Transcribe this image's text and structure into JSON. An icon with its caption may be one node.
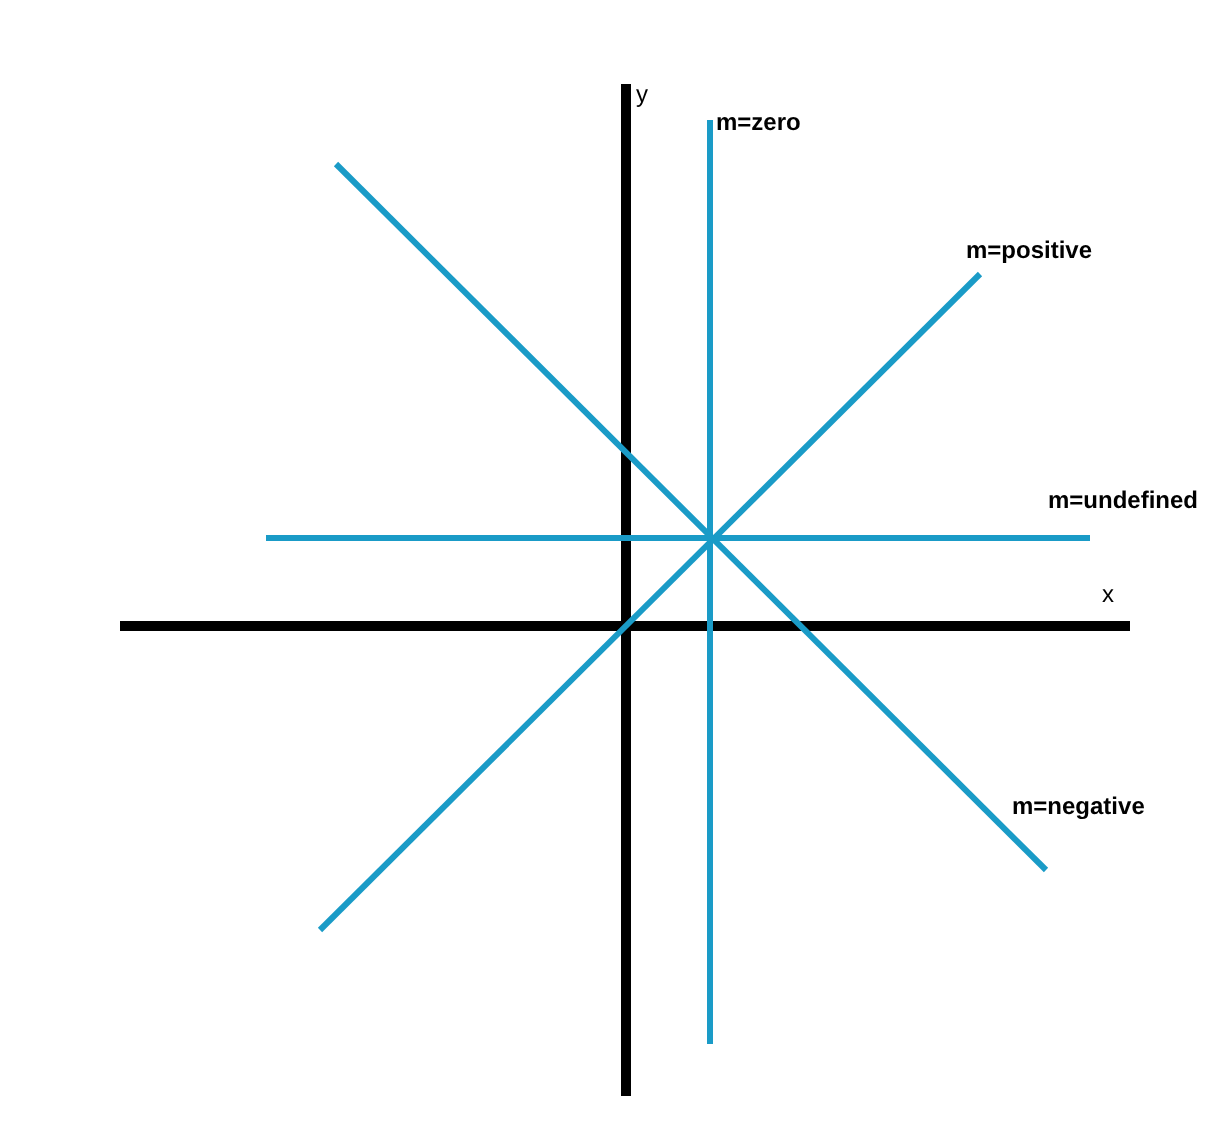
{
  "diagram": {
    "labels": [
      "y",
      "m=zero",
      "m=positive",
      "m=undefined",
      "x",
      "m=negative"
    ]
  }
}
